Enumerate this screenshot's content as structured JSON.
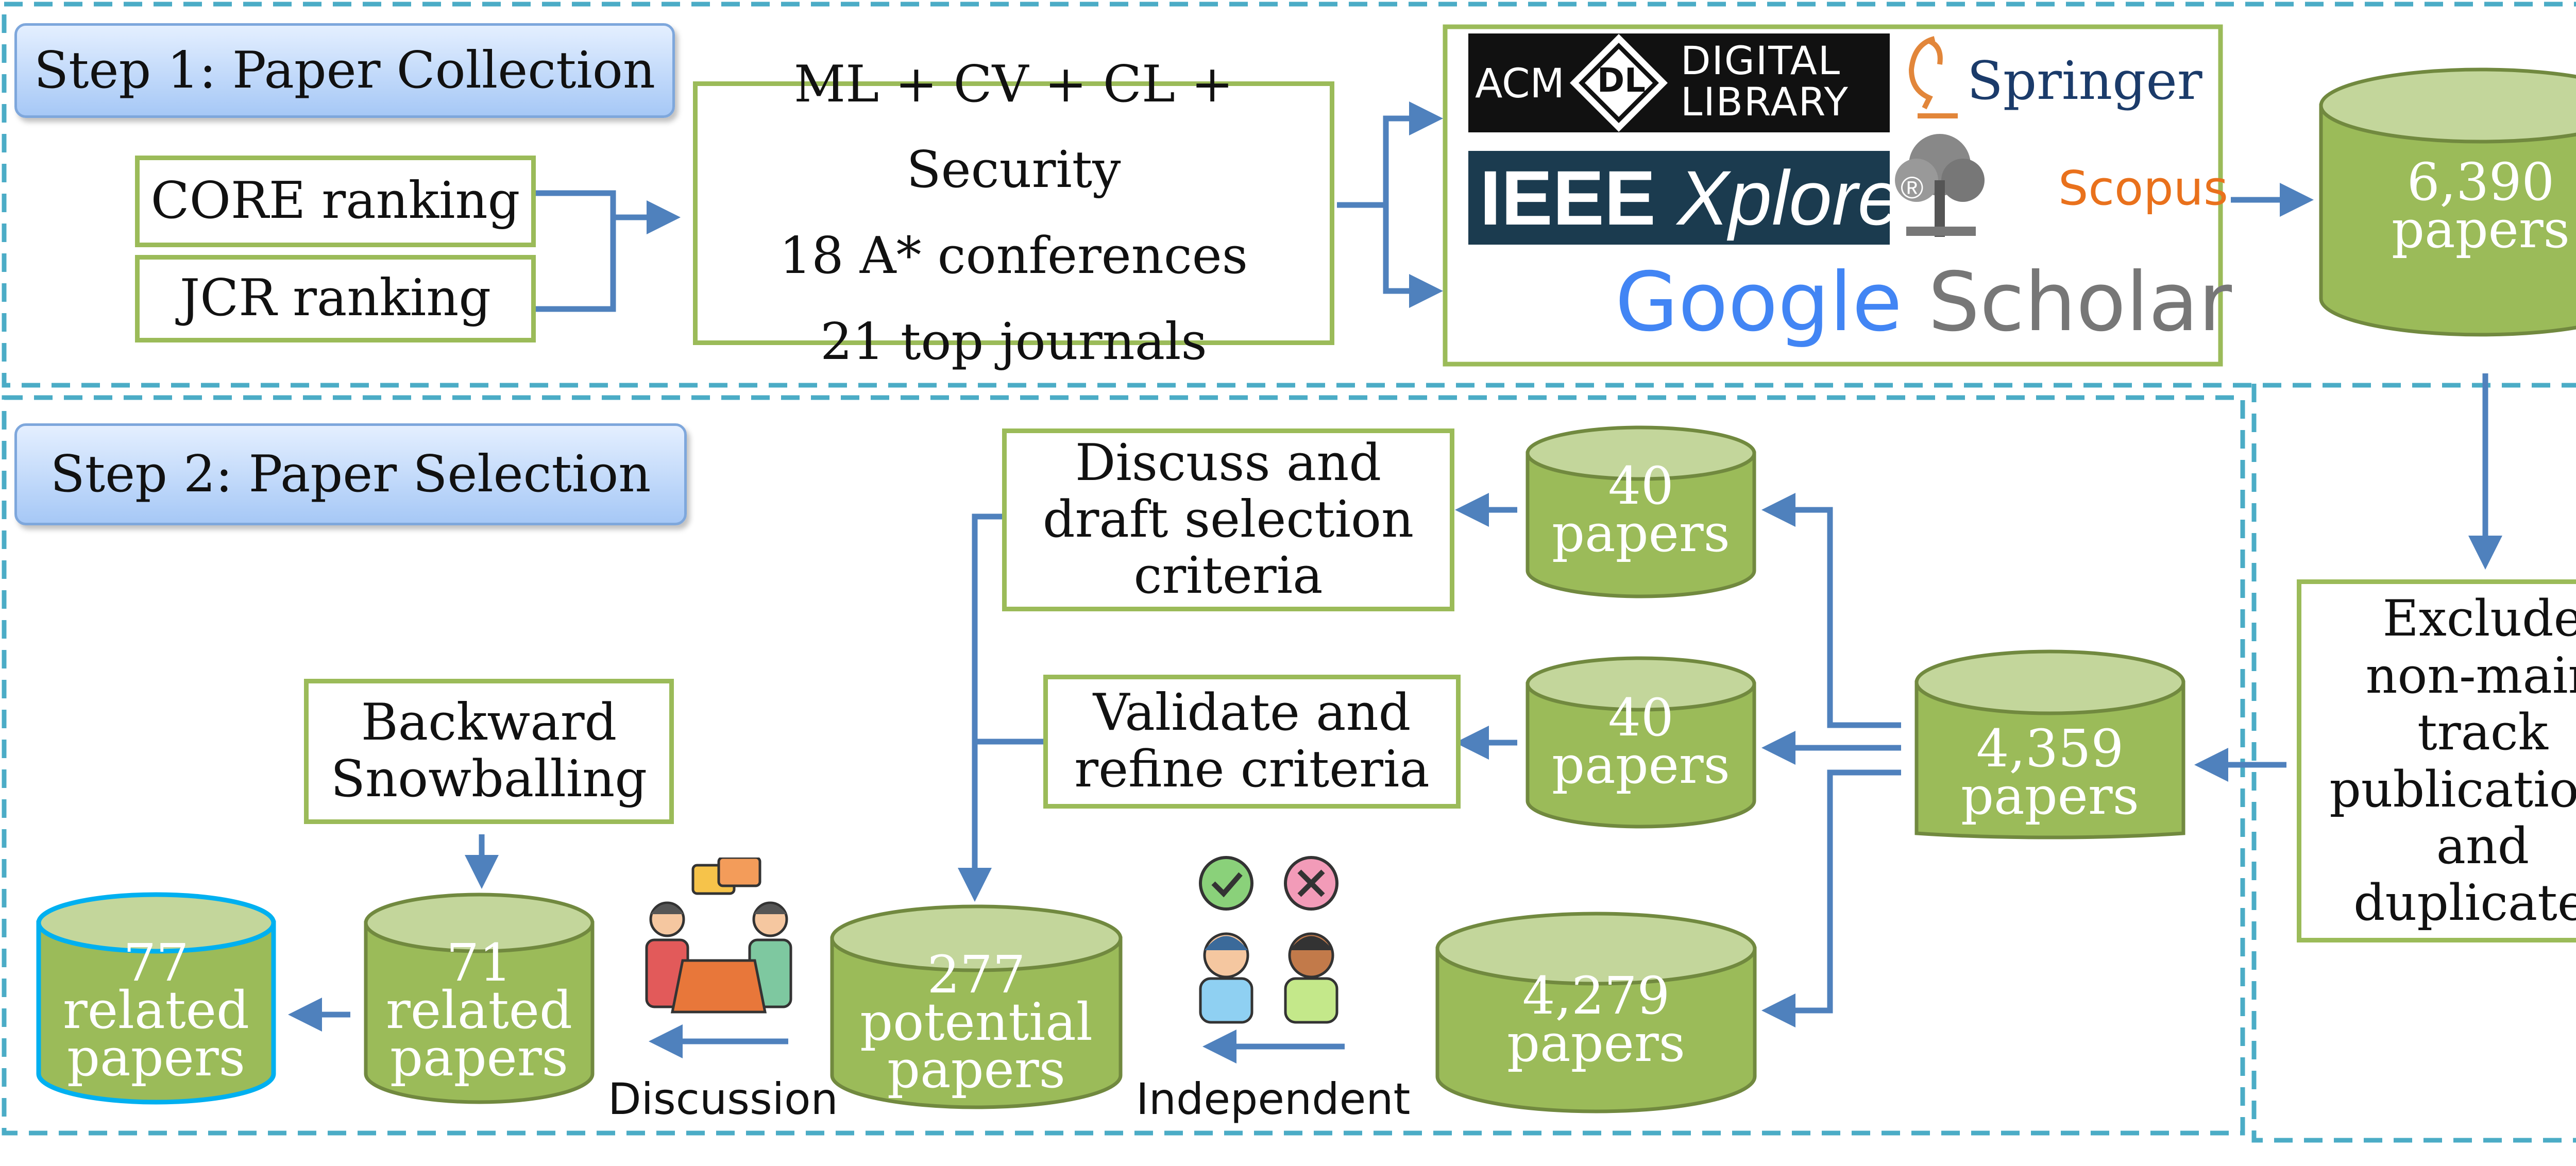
{
  "steps": {
    "step1": "Step 1: Paper Collection",
    "step2": "Step 2: Paper Selection"
  },
  "ranking": {
    "core": "CORE ranking",
    "jcr": "JCR ranking"
  },
  "venues": {
    "line1": "ML + CV + CL + Security",
    "line2": "18 A* conferences",
    "line3": "21 top journals"
  },
  "databases": {
    "acm": {
      "acm": "ACM",
      "dl": "DL",
      "line1": "DIGITAL",
      "line2": "LIBRARY"
    },
    "springer": "Springer",
    "ieee": {
      "ieee": "IEEE",
      "xplore": "Xplore",
      "reg": "®"
    },
    "scopus": "Scopus",
    "google": {
      "g": "Google",
      "scholar": "Scholar"
    }
  },
  "cylinders": {
    "c6390": {
      "l1": "6,390",
      "l2": "papers"
    },
    "c4359": {
      "l1": "4,359",
      "l2": "papers"
    },
    "c40a": {
      "l1": "40",
      "l2": "papers"
    },
    "c40b": {
      "l1": "40",
      "l2": "papers"
    },
    "c4279": {
      "l1": "4,279",
      "l2": "papers"
    },
    "c277": {
      "l1": "277",
      "l2": "potential",
      "l3": "papers"
    },
    "c71": {
      "l1": "71",
      "l2": "related",
      "l3": "papers"
    },
    "c77": {
      "l1": "77",
      "l2": "related",
      "l3": "papers"
    }
  },
  "exclude": {
    "l1": "Exclude",
    "l2": "non-main",
    "l3": "track",
    "l4": "publications",
    "l5": "and",
    "l6": "duplicates"
  },
  "discuss": {
    "l1": "Discuss and",
    "l2": "draft selection",
    "l3": "criteria"
  },
  "validate": {
    "l1": "Validate and",
    "l2": "refine criteria"
  },
  "backward": {
    "l1": "Backward",
    "l2": "Snowballing"
  },
  "labels": {
    "discussion": "Discussion",
    "independent": "Independent"
  },
  "colors": {
    "green": "#9bbb59",
    "cylTop": "#c3d69b",
    "arrow": "#4f81bd",
    "dash": "#4bacc6",
    "cyan": "#00b0f0"
  }
}
